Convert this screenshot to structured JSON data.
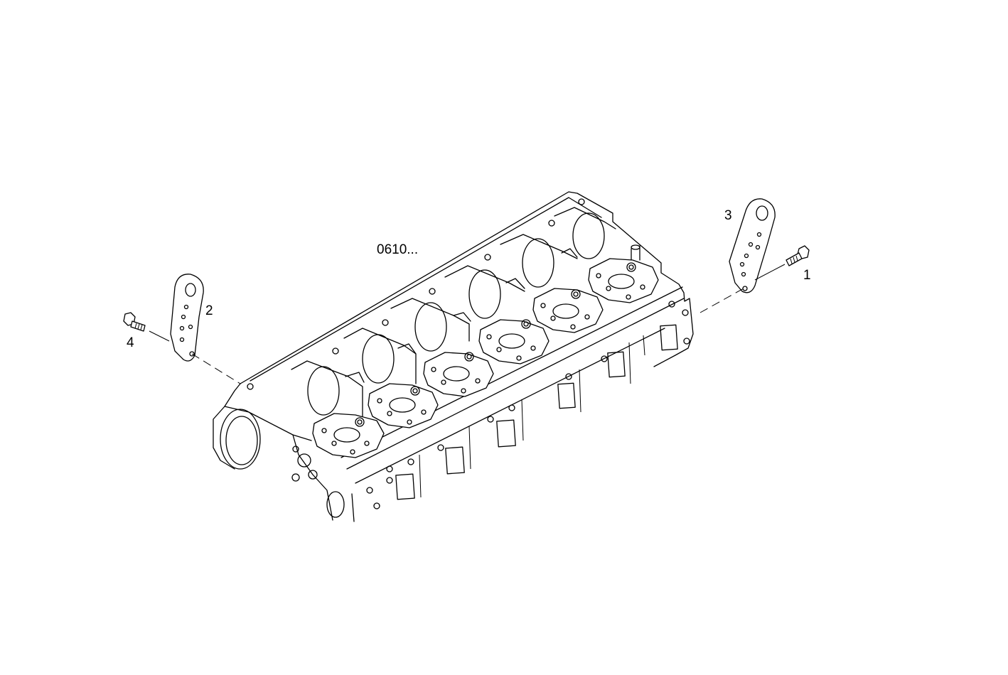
{
  "diagram": {
    "reference_label": "0610...",
    "callouts": [
      {
        "number": "1",
        "part": "bolt-right"
      },
      {
        "number": "2",
        "part": "lifting-bracket-left"
      },
      {
        "number": "3",
        "part": "lifting-bracket-right"
      },
      {
        "number": "4",
        "part": "bolt-left"
      }
    ]
  },
  "colors": {
    "line": "#000000",
    "background": "#ffffff"
  }
}
